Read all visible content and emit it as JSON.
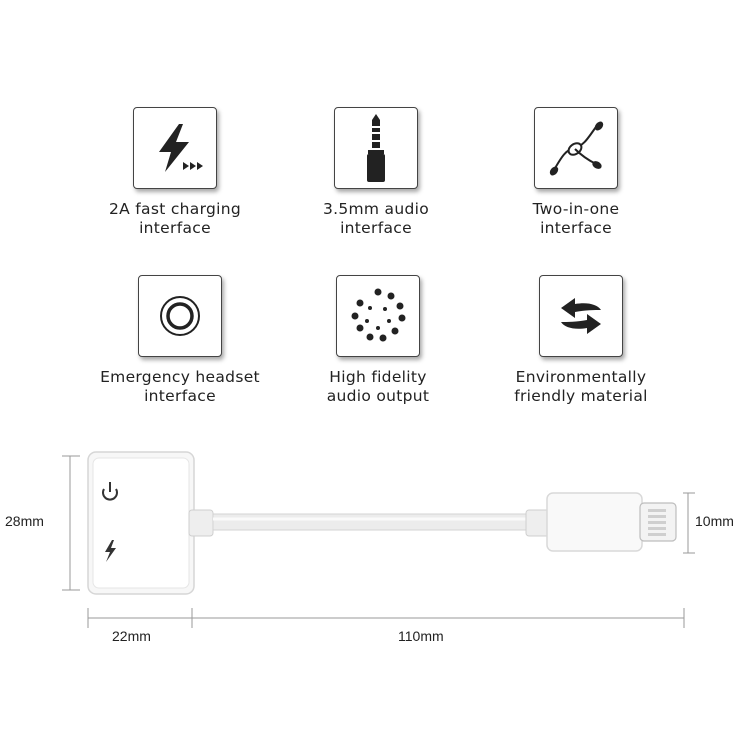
{
  "features": [
    {
      "icon": "lightning-fast-charge-icon",
      "lines": [
        "2A fast charging",
        "interface"
      ]
    },
    {
      "icon": "audio-jack-plug-icon",
      "lines": [
        "3.5mm audio",
        "interface"
      ]
    },
    {
      "icon": "two-in-one-earphones-icon",
      "lines": [
        "Two-in-one",
        "interface"
      ]
    },
    {
      "icon": "headset-port-ring-icon",
      "lines": [
        "Emergency headset",
        "interface"
      ]
    },
    {
      "icon": "hifi-dots-circle-icon",
      "lines": [
        "High fidelity",
        "audio output"
      ]
    },
    {
      "icon": "recycle-arrows-icon",
      "lines": [
        "Environmentally",
        "friendly material"
      ]
    }
  ],
  "dimensions": {
    "height_left": "28mm",
    "height_right": "10mm",
    "width_body": "22mm",
    "width_cable": "110mm"
  },
  "colors": {
    "icon_stroke": "#222222",
    "dim_line": "#9a9a9a",
    "cable": "#e9e9e9"
  }
}
